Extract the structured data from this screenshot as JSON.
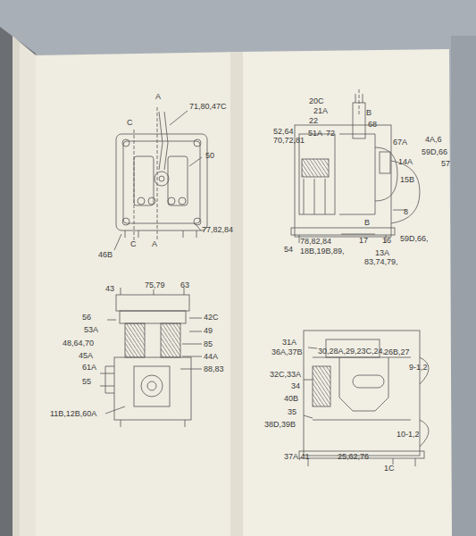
{
  "diagram": {
    "labels": [
      "C",
      "A",
      "71,80,47C",
      "50",
      "46B",
      "C",
      "A",
      "77,82,84",
      "20C",
      "21A",
      "22",
      "B",
      "68",
      "52,64",
      "70,72,81",
      "51A",
      "72",
      "67A",
      "4A,6",
      "59D,66",
      "57",
      "14A",
      "15B",
      "8",
      "59D,66,",
      "B",
      "54",
      "78,82,84",
      "18B,19B,89,",
      "13A",
      "83,74,79,",
      "17",
      "16",
      "43",
      "75,79",
      "63",
      "56",
      "42C",
      "53A",
      "49",
      "48,64,70",
      "85",
      "45A",
      "44A",
      "61A",
      "88,83",
      "55",
      "11B,12B,60A",
      "31A",
      "36A,37B",
      "30,28A,29,23C,24,",
      "26B,27",
      "9-1,2",
      "32C,33A",
      "34",
      "40B",
      "35",
      "38D,39B",
      "10-1,2",
      "37A,41",
      "25,62,76",
      "1C"
    ]
  }
}
